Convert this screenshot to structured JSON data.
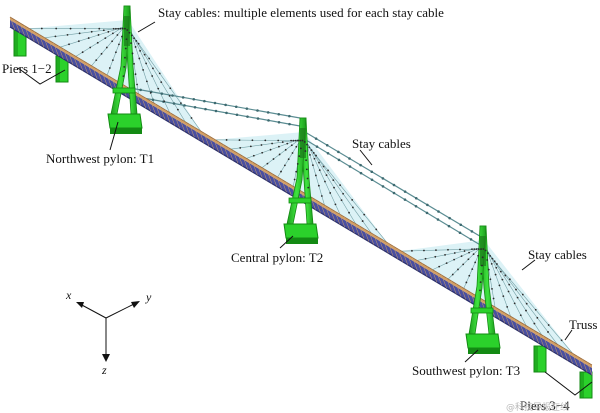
{
  "labels": {
    "stay_cables_multi": "Stay cables: multiple elements used for each stay cable",
    "piers_1_2": "Piers 1−2",
    "northwest_pylon": "Northwest pylon: T1",
    "stay_cables_mid": "Stay cables",
    "central_pylon": "Central pylon: T2",
    "stay_cables_right": "Stay cables",
    "truss": "Truss",
    "southwest_pylon": "Southwest pylon: T3",
    "piers_3_4": "Piers 3−4"
  },
  "axes": {
    "x": "x",
    "y": "y",
    "z": "z"
  },
  "watermark": "@科技导报在线",
  "colors": {
    "pylon": "#2bd12b",
    "pylon_dark": "#138a13",
    "deck_top": "#d4a066",
    "deck_side": "#4a4fa0",
    "deck_dark": "#2b2f6b",
    "cable_fill": "#bfe7ef",
    "cable_line": "#5a8c92",
    "node": "#2a2a2a"
  }
}
